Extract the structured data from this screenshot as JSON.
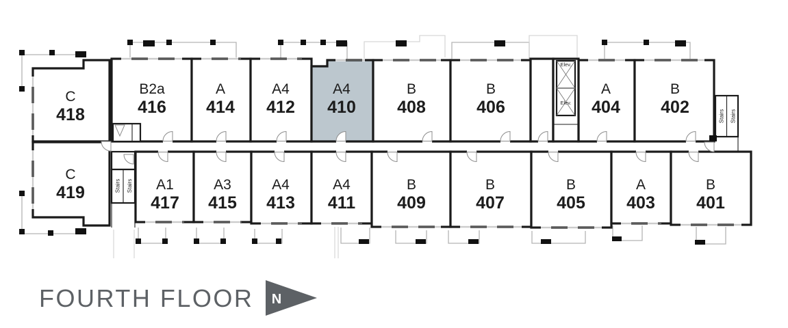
{
  "title": "FOURTH FLOOR",
  "north_label": "N",
  "stairs_label": "Stairs",
  "elevator_label": "Elev.",
  "colors": {
    "highlight": "#bcc7ce",
    "wall": "#1b1b1b",
    "accent_gray": "#5d6165"
  },
  "units": [
    {
      "id": "418",
      "type": "C",
      "number": "418",
      "row": "top",
      "highlighted": false
    },
    {
      "id": "416",
      "type": "B2a",
      "number": "416",
      "row": "top",
      "highlighted": false
    },
    {
      "id": "414",
      "type": "A",
      "number": "414",
      "row": "top",
      "highlighted": false
    },
    {
      "id": "412",
      "type": "A4",
      "number": "412",
      "row": "top",
      "highlighted": false
    },
    {
      "id": "410",
      "type": "A4",
      "number": "410",
      "row": "top",
      "highlighted": true
    },
    {
      "id": "408",
      "type": "B",
      "number": "408",
      "row": "top",
      "highlighted": false
    },
    {
      "id": "406",
      "type": "B",
      "number": "406",
      "row": "top",
      "highlighted": false
    },
    {
      "id": "404",
      "type": "A",
      "number": "404",
      "row": "top",
      "highlighted": false
    },
    {
      "id": "402",
      "type": "B",
      "number": "402",
      "row": "top",
      "highlighted": false
    },
    {
      "id": "419",
      "type": "C",
      "number": "419",
      "row": "bottom",
      "highlighted": false
    },
    {
      "id": "417",
      "type": "A1",
      "number": "417",
      "row": "bottom",
      "highlighted": false
    },
    {
      "id": "415",
      "type": "A3",
      "number": "415",
      "row": "bottom",
      "highlighted": false
    },
    {
      "id": "413",
      "type": "A4",
      "number": "413",
      "row": "bottom",
      "highlighted": false
    },
    {
      "id": "411",
      "type": "A4",
      "number": "411",
      "row": "bottom",
      "highlighted": false
    },
    {
      "id": "409",
      "type": "B",
      "number": "409",
      "row": "bottom",
      "highlighted": false
    },
    {
      "id": "407",
      "type": "B",
      "number": "407",
      "row": "bottom",
      "highlighted": false
    },
    {
      "id": "405",
      "type": "B",
      "number": "405",
      "row": "bottom",
      "highlighted": false
    },
    {
      "id": "403",
      "type": "A",
      "number": "403",
      "row": "bottom",
      "highlighted": false
    },
    {
      "id": "401",
      "type": "B",
      "number": "401",
      "row": "bottom",
      "highlighted": false
    }
  ]
}
